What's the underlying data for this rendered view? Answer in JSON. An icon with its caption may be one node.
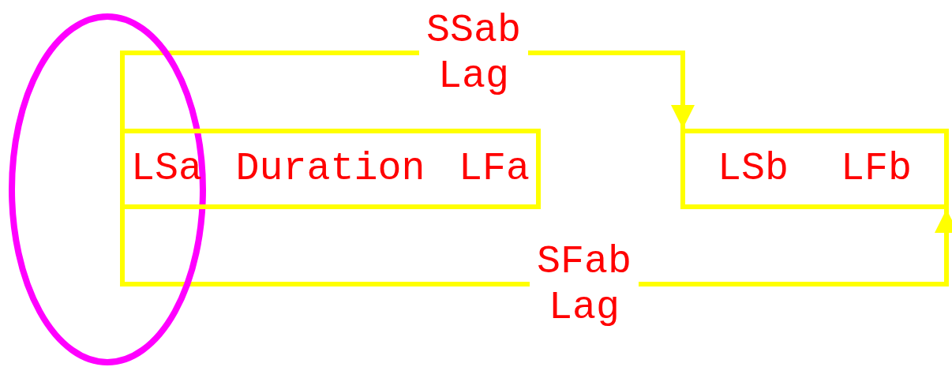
{
  "diagram": {
    "nodes": [
      {
        "text": [
          "LSa",
          "Duration",
          "LFa"
        ]
      },
      {
        "text": [
          "LSb",
          "LFb"
        ]
      }
    ],
    "edges": [
      {
        "from": 0,
        "to": 1,
        "arrow": "to",
        "label": "SSab Lag"
      },
      {
        "from": 0,
        "to": 1,
        "arrow": "to",
        "label": "SFab Lag"
      }
    ]
  }
}
